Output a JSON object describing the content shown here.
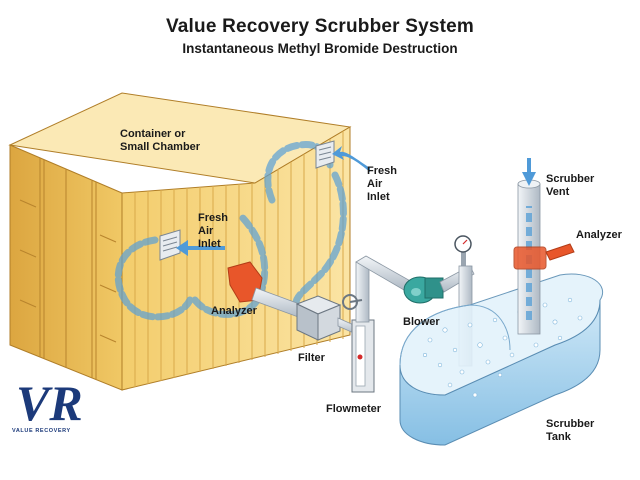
{
  "title": "Value Recovery Scrubber System",
  "subtitle": "Instantaneous Methyl Bromide Destruction",
  "labels": {
    "container": "Container or\nSmall Chamber",
    "fresh_air_inlet_left": "Fresh\nAir\nInlet",
    "fresh_air_inlet_right": "Fresh\nAir\nInlet",
    "analyzer_left": "Analyzer",
    "filter": "Filter",
    "flowmeter": "Flowmeter",
    "blower": "Blower",
    "scrubber_vent": "Scrubber\nVent",
    "analyzer_right": "Analyzer",
    "scrubber_tank": "Scrubber\nTank"
  },
  "logo": {
    "mark": "VR",
    "text": "VALUE RECOVERY"
  },
  "colors": {
    "container": "#e9bb4e",
    "container_dark": "#c7912b",
    "pipe": "#d4dde6",
    "flow_arrow": "#5aa0d6",
    "analyzer": "#e8562a",
    "blower": "#3aa8a0",
    "tank_water": "#a8d4ef",
    "logo_blue": "#1c3a7a"
  }
}
